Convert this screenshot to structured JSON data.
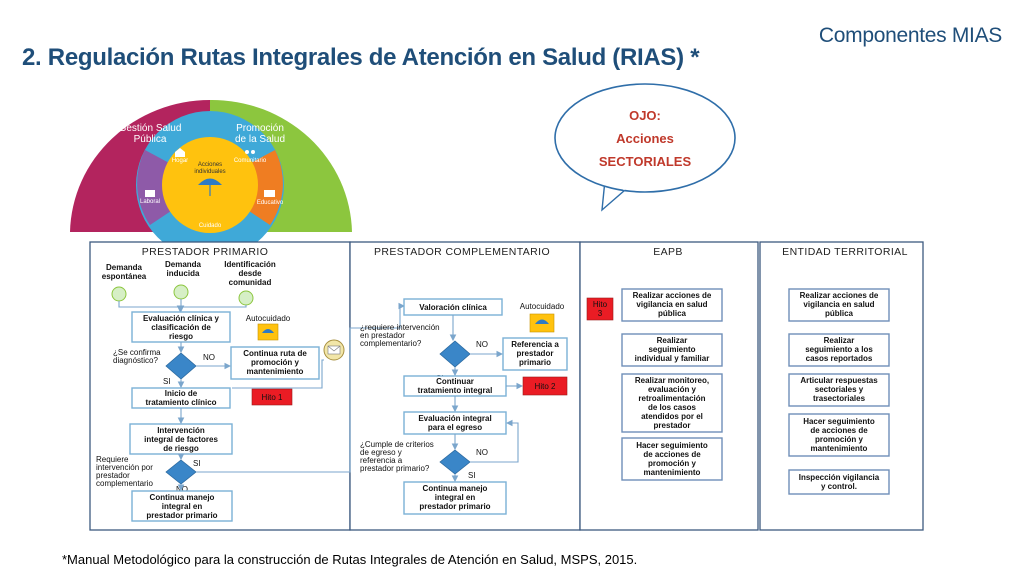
{
  "header": {
    "brand": "Componentes MIAS",
    "title": "2. Regulación Rutas  Integrales de Atención en Salud  (RIAS) *"
  },
  "callout": {
    "line1": "OJO:",
    "line2": "Acciones",
    "line3": "SECTORIALES"
  },
  "wheel": {
    "left_sector": [
      "Gestión Salud",
      "Pública"
    ],
    "right_sector": [
      "Promoción",
      "de la Salud"
    ],
    "center": [
      "Acciones",
      "individuales"
    ],
    "hogar": "Hogar",
    "comunitario": "Comunitario",
    "laboral": "Laboral",
    "educativo": "Educativo",
    "cuidado": "Cuidado"
  },
  "panels": {
    "primario": {
      "header": "PRESTADOR PRIMARIO",
      "sources": [
        [
          "Demanda",
          "espontánea"
        ],
        [
          "Demanda",
          "inducida"
        ],
        [
          "Identificación",
          "desde",
          "comunidad"
        ]
      ],
      "evaluacion": [
        "Evaluación clínica y",
        "clasificación de",
        "riesgo"
      ],
      "autocuidado": "Autocuidado",
      "question1": [
        "¿Se confirma",
        "diagnóstico?"
      ],
      "no1": "NO",
      "continua_ruta": [
        "Continua ruta de",
        "promoción y",
        "mantenimiento"
      ],
      "si1": "SI",
      "inicio": [
        "Inicio de",
        "tratamiento clínico"
      ],
      "hito1": "Hito 1",
      "intervencion": [
        "Intervención",
        "integral de factores",
        "de riesgo"
      ],
      "question2": [
        "Requiere",
        "intervención por",
        "prestador",
        "complementario"
      ],
      "si2": "SI",
      "no2": "NO",
      "continua_manejo": [
        "Continua manejo",
        "integral en",
        "prestador primario"
      ]
    },
    "complementario": {
      "header": "PRESTADOR COMPLEMENTARIO",
      "valoracion": "Valoración clínica",
      "autocuidado": "Autocuidado",
      "question1": [
        "¿requiere intervención",
        "en prestador",
        "complementario?"
      ],
      "no1": "NO",
      "referencia": [
        "Referencia a",
        "prestador",
        "primario"
      ],
      "si1": "SI",
      "continuar": [
        "Continuar",
        "tratamiento integral"
      ],
      "hito2": "Hito 2",
      "evaluacion_egreso": [
        "Evaluación integral",
        "para el egreso"
      ],
      "question2": [
        "¿Cumple de criterios",
        "de egreso y",
        "referencia a",
        "prestador primario?"
      ],
      "no2": "NO",
      "si2": "SI",
      "continua_manejo": [
        "Continua manejo",
        "integral en",
        "prestador primario"
      ]
    },
    "eapb": {
      "header": "EAPB",
      "hito3": [
        "Hito",
        "3"
      ],
      "boxes": [
        [
          "Realizar acciones de",
          "vigilancia en salud",
          "pública"
        ],
        [
          "Realizar",
          "seguimiento",
          "individual y familiar"
        ],
        [
          "Realizar monitoreo,",
          "evaluación y",
          "retroalimentación",
          "de los casos",
          "atendidos por el",
          "prestador"
        ],
        [
          "Hacer seguimiento",
          "de acciones de",
          "promoción y",
          "mantenimiento"
        ]
      ]
    },
    "territorial": {
      "header": "ENTIDAD TERRITORIAL",
      "boxes": [
        [
          "Realizar acciones de",
          "vigilancia en salud",
          "pública"
        ],
        [
          "Realizar",
          "seguimiento a los",
          "casos reportados"
        ],
        [
          "Articular respuestas",
          "sectoriales y",
          "trasectoriales"
        ],
        [
          "Hacer seguimiento",
          "de acciones de",
          "promoción y",
          "mantenimiento"
        ],
        [
          "Inspección vigilancia",
          "y control."
        ]
      ]
    }
  },
  "footnote": "*Manual Metodológico para la construcción de Rutas Integrales de Atención en Salud, MSPS, 2015."
}
